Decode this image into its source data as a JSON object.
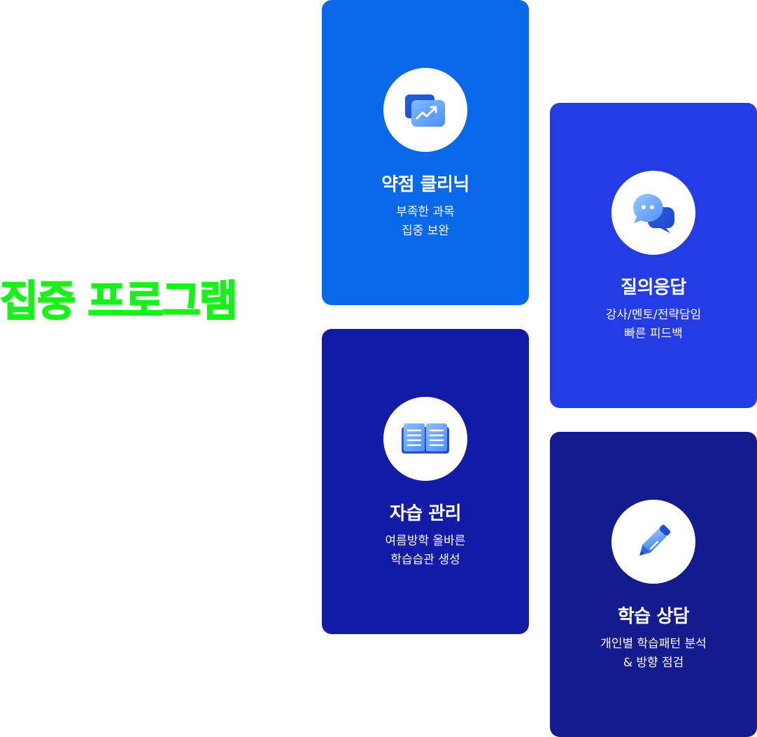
{
  "heading": {
    "text": "집중 프로그램",
    "color": "#19f01c"
  },
  "cards": [
    {
      "title": "약점 클리닉",
      "desc_lines": [
        "부족한 과목",
        "집중 보완"
      ],
      "icon": "chart-trend-icon",
      "bg": "#0868ea"
    },
    {
      "title": "질의응답",
      "desc_lines": [
        "강사/멘토/전략담임",
        "빠른 피드백"
      ],
      "icon": "chat-bubble-icon",
      "bg": "#233ce6"
    },
    {
      "title": "자습 관리",
      "desc_lines": [
        "여름방학 올바른",
        "학습습관 생성"
      ],
      "icon": "open-book-icon",
      "bg": "#121ba6"
    },
    {
      "title": "학습 상담",
      "desc_lines": [
        "개인별 학습패턴 분석",
        "& 방향 점검"
      ],
      "icon": "pencil-icon",
      "bg": "#131b8d"
    }
  ]
}
